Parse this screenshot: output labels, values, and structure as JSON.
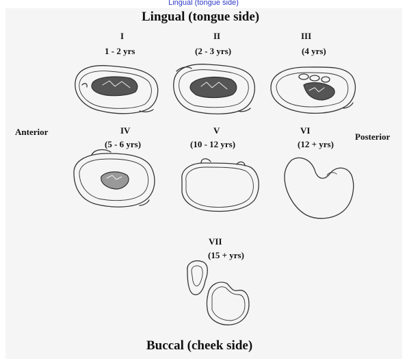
{
  "source_link": "Lingual (tongue side)",
  "top_label": "Lingual (tongue side)",
  "bottom_label": "Buccal (cheek side)",
  "left_label": "Anterior",
  "right_label": "Posterior",
  "stages": [
    {
      "numeral": "I",
      "age": "1 - 2 yrs"
    },
    {
      "numeral": "II",
      "age": "(2 - 3 yrs)"
    },
    {
      "numeral": "III",
      "age": "(4 yrs)"
    },
    {
      "numeral": "IV",
      "age": "(5 - 6 yrs)"
    },
    {
      "numeral": "V",
      "age": "(10 - 12 yrs)"
    },
    {
      "numeral": "VI",
      "age": "(12 + yrs)"
    },
    {
      "numeral": "VII",
      "age": "(15 + yrs)"
    }
  ]
}
